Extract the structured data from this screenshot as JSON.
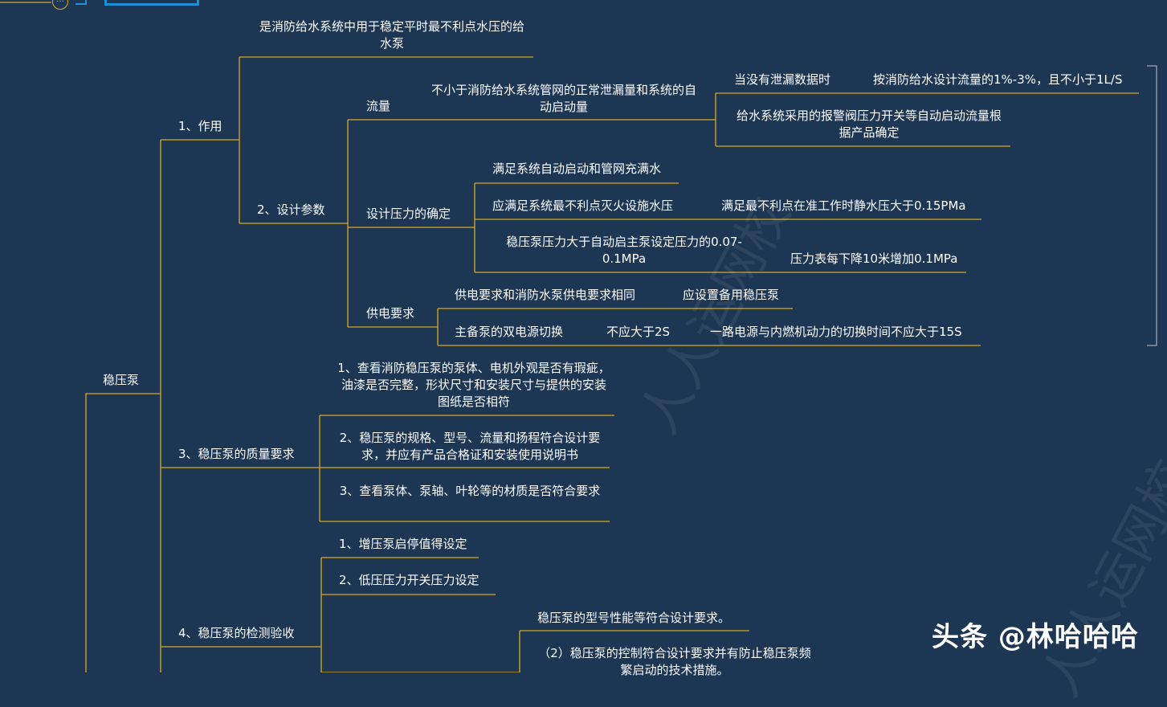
{
  "root": "稳压泵",
  "n1": {
    "label": "1、作用",
    "desc": "是消防给水系统中用于稳定平时最不利点水压的给水泵",
    "n2": {
      "label": "2、设计参数",
      "flow": {
        "label": "流量",
        "desc": "不小于消防给水系统管网的正常泄漏量和系统的自动启动量",
        "leak_case": "当没有泄漏数据时",
        "leak_rule": "按消防给水设计流量的1%-3%，且不小于1L/S",
        "alarm_case": "给水系统采用的报警阀压力开关等自动启动流量根据产品确定"
      },
      "pressure": {
        "label": "设计压力的确定",
        "item1": "满足系统自动启动和管网充满水",
        "item2": "应满足系统最不利点灭火设施水压",
        "item2_detail": "满足最不利点在准工作时静水压大于0.15PMa",
        "item3": "稳压泵压力大于自动启主泵设定压力的0.07-0.1MPa",
        "item3_detail": "压力表每下降10米增加0.1MPa"
      },
      "power": {
        "label": "供电要求",
        "item1": "供电要求和消防水泵供电要求相同",
        "item1_detail": "应设置备用稳压泵",
        "item2": "主备泵的双电源切换",
        "item2_limit": "不应大于2S",
        "item2_detail": "一路电源与内燃机动力的切换时间不应大于15S"
      }
    }
  },
  "n3": {
    "label": "3、稳压泵的质量要求",
    "items": [
      "1、查看消防稳压泵的泵体、电机外观是否有瑕疵，油漆是否完整，形状尺寸和安装尺寸与提供的安装图纸是否相符",
      "2、稳压泵的规格、型号、流量和扬程符合设计要求，并应有产品合格证和安装使用说明书",
      "3、查看泵体、泵轴、叶轮等的材质是否符合要求"
    ]
  },
  "n4": {
    "label": "4、稳压泵的检测验收",
    "items": [
      "1、增压泵启停值得设定",
      "2、低压压力开关压力设定"
    ],
    "sub": [
      "稳压泵的型号性能等符合设计要求。",
      "（2）稳压泵的控制符合设计要求并有防止稳压泵频繁启动的技术措施。"
    ]
  },
  "corner_button": "…",
  "watermark": "人人运网校",
  "brand": "头条 @林哈哈哈",
  "colors": {
    "background": "#1c3654",
    "line": "#d9a91f",
    "text": "#ffffff",
    "accent": "#1e90d8",
    "bracket": "#8a93a0"
  }
}
